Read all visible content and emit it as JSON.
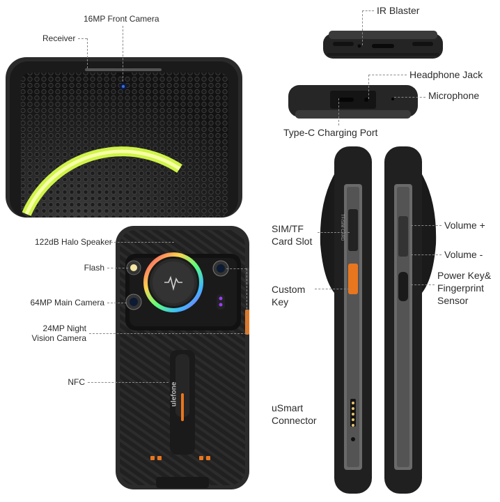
{
  "labels": {
    "front_camera": "16MP Front Camera",
    "receiver": "Receiver",
    "ir_blaster": "IR Blaster",
    "headphone_jack": "Headphone Jack",
    "microphone": "Microphone",
    "type_c": "Type-C Charging Port",
    "halo_speaker": "122dB Halo Speaker",
    "flash": "Flash",
    "main_camera": "64MP Main Camera",
    "night_camera_1": "24MP Night",
    "night_camera_2": "Vision Camera",
    "nfc": "NFC",
    "sim_1": "SIM/TF",
    "sim_2": "Card Slot",
    "custom_1": "Custom",
    "custom_2": "Key",
    "usmart_1": "uSmart",
    "usmart_2": "Connector",
    "volume_up": "Volume +",
    "volume_down": "Volume -",
    "power_1": "Power Key&",
    "power_2": "Fingerprint",
    "power_3": "Sensor"
  },
  "phone_text": {
    "brand": "ulefone",
    "sim_tray": "TF/SIM CARD"
  },
  "colors": {
    "accent_orange": "#e8761e",
    "body_dark": "#1e1e1e",
    "frame_gray": "#5a5a5a",
    "ring_green": "#d9ff4a"
  }
}
